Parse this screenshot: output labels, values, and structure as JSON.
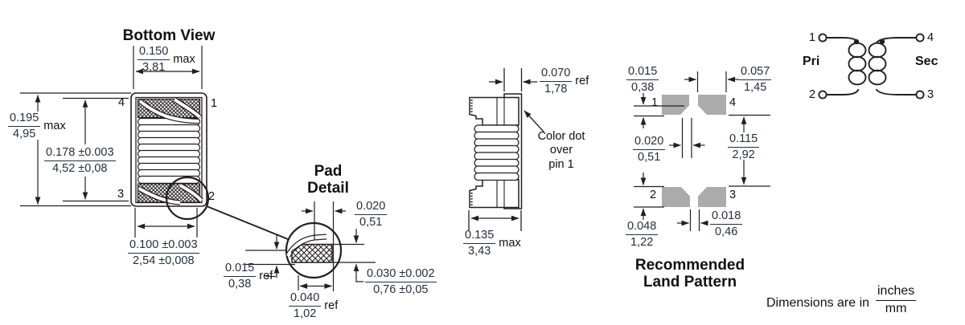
{
  "colors": {
    "line": "#231f20",
    "dim_text": "#232f3d",
    "label_text": "#111111",
    "pad_fill": "#ababab",
    "background": "#ffffff"
  },
  "bottom_view": {
    "title": "Bottom View",
    "pin_top_left": "4",
    "pin_top_right": "1",
    "pin_bottom_left": "3",
    "pin_bottom_right": "2",
    "dim_width": {
      "in": "0.150",
      "mm": "3,81",
      "suffix": "max"
    },
    "dim_height": {
      "in": "0.195",
      "mm": "4,95",
      "suffix": "max"
    },
    "dim_inner_height": {
      "in": "0.178 ±0.003",
      "mm": "4,52 ±0,08"
    },
    "dim_pad_span": {
      "in": "0.100 ±0.003",
      "mm": "2,54 ±0,008"
    }
  },
  "pad_detail": {
    "title_line1": "Pad",
    "title_line2": "Detail",
    "dim_top": {
      "in": "0.020",
      "mm": "0,51"
    },
    "dim_left": {
      "in": "0.015",
      "mm": "0,38",
      "suffix": "ref"
    },
    "dim_right": {
      "in": "0.030 ±0.002",
      "mm": "0,76 ±0,05"
    },
    "dim_bottom": {
      "in": "0.040",
      "mm": "1,02",
      "suffix": "ref"
    }
  },
  "side_view": {
    "dim_header": {
      "in": "0.070",
      "mm": "1,78",
      "suffix": "ref"
    },
    "dim_width": {
      "in": "0.135",
      "mm": "3,43",
      "suffix": "max"
    },
    "callout_line1": "Color dot",
    "callout_line2": "over",
    "callout_line3": "pin 1"
  },
  "land_pattern": {
    "title_line1": "Recommended",
    "title_line2": "Land Pattern",
    "pin_top_left": "1",
    "pin_top_right": "4",
    "pin_bottom_left": "2",
    "pin_bottom_right": "3",
    "dim_notch": {
      "in": "0.015",
      "mm": "0,38"
    },
    "dim_pad_width": {
      "in": "0.057",
      "mm": "1,45"
    },
    "dim_gap_top": {
      "in": "0.020",
      "mm": "0,51"
    },
    "dim_row_gap": {
      "in": "0.115",
      "mm": "2,92"
    },
    "dim_pad_height": {
      "in": "0.048",
      "mm": "1,22"
    },
    "dim_gap_bottom": {
      "in": "0.018",
      "mm": "0,46"
    }
  },
  "schematic": {
    "primary_label": "Pri",
    "secondary_label": "Sec",
    "pin_top_left": "1",
    "pin_bottom_left": "2",
    "pin_top_right": "4",
    "pin_bottom_right": "3"
  },
  "footer": {
    "text": "Dimensions are in",
    "unit_top": "inches",
    "unit_bottom": "mm"
  }
}
